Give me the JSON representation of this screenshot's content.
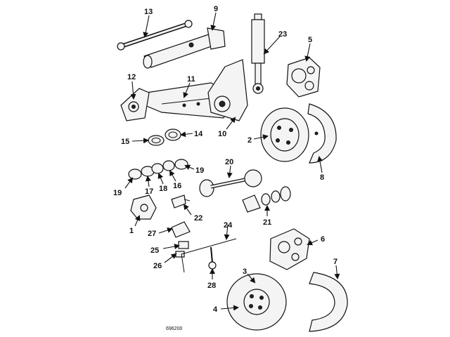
{
  "diagram": {
    "callouts": [
      {
        "id": "c13",
        "text": "13"
      },
      {
        "id": "c9",
        "text": "9"
      },
      {
        "id": "c23",
        "text": "23"
      },
      {
        "id": "c5",
        "text": "5"
      },
      {
        "id": "c12",
        "text": "12"
      },
      {
        "id": "c11",
        "text": "11"
      },
      {
        "id": "c10",
        "text": "10"
      },
      {
        "id": "c2",
        "text": "2"
      },
      {
        "id": "c8",
        "text": "8"
      },
      {
        "id": "c15",
        "text": "15"
      },
      {
        "id": "c14",
        "text": "14"
      },
      {
        "id": "c19a",
        "text": "19"
      },
      {
        "id": "c19b",
        "text": "19"
      },
      {
        "id": "c17",
        "text": "17"
      },
      {
        "id": "c18",
        "text": "18"
      },
      {
        "id": "c16",
        "text": "16"
      },
      {
        "id": "c20",
        "text": "20"
      },
      {
        "id": "c21",
        "text": "21"
      },
      {
        "id": "c22",
        "text": "22"
      },
      {
        "id": "c1",
        "text": "1"
      },
      {
        "id": "c27",
        "text": "27"
      },
      {
        "id": "c24",
        "text": "24"
      },
      {
        "id": "c25",
        "text": "25"
      },
      {
        "id": "c26",
        "text": "26"
      },
      {
        "id": "c28",
        "text": "28"
      },
      {
        "id": "c6",
        "text": "6"
      },
      {
        "id": "c3",
        "text": "3"
      },
      {
        "id": "c7",
        "text": "7"
      },
      {
        "id": "c4",
        "text": "4"
      }
    ],
    "figure_code": "696200"
  }
}
